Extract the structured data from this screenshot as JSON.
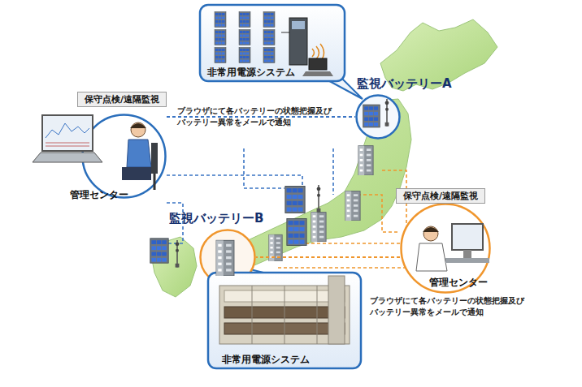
{
  "diagram": {
    "nodes": [
      {
        "text": [
          "非常用電源システム"
        ]
      },
      {
        "text": [
          "監視バッテリーA"
        ]
      },
      {
        "text": [
          "保守点検/遠隔監視",
          "管理センター"
        ]
      },
      {
        "text": [
          "監視バッテリーB"
        ]
      },
      {
        "text": [
          "非常用電源システム"
        ]
      },
      {
        "text": [
          "保守点検/遠隔監視",
          "管理センター"
        ]
      }
    ],
    "edges": [
      {
        "from": 2,
        "to": 1,
        "arrow": "none"
      },
      {
        "from": 5,
        "to": 3,
        "arrow": "none"
      }
    ],
    "labels": [
      "ブラウザにて各バッテリーの状態把握及び バッテリー異常をメールで通知",
      "ブラウザにて各バッテリーの状態把握及び バッテリー異常をメールで通知"
    ]
  }
}
